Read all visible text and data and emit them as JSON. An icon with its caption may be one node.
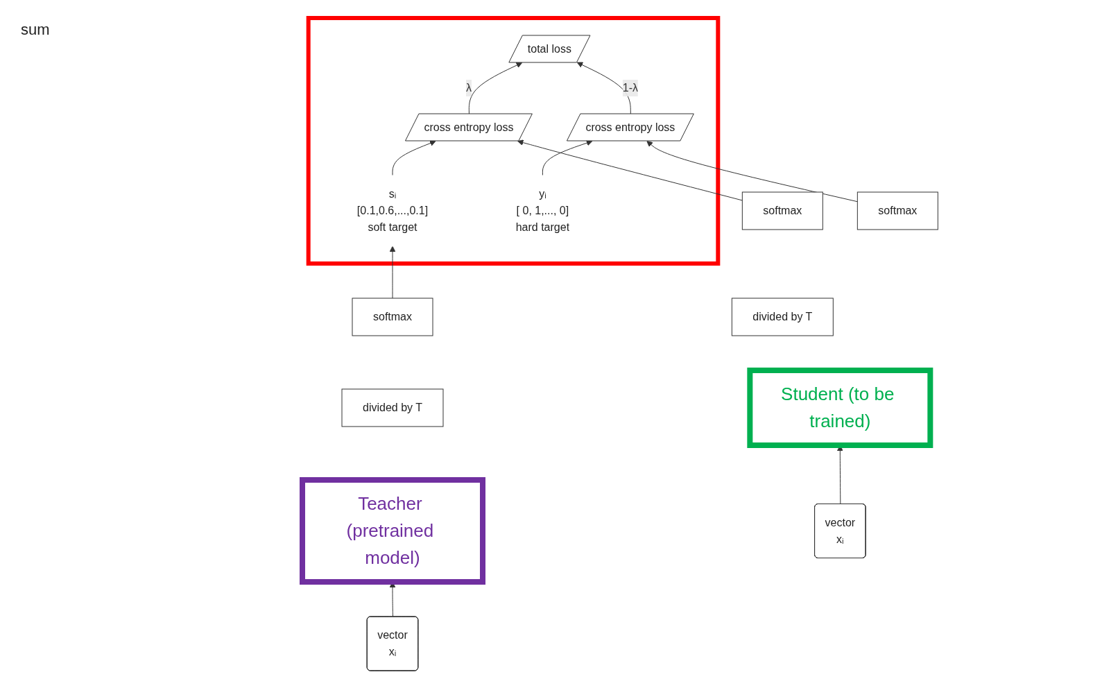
{
  "diagram": {
    "nodes": [
      {
        "text": [],
        "shape": "box"
      },
      {
        "text": [
          "total loss"
        ],
        "in": 0
      },
      {
        "text": [
          "cross entropy loss"
        ],
        "in": 0
      },
      {
        "text": [
          "cross entropy loss"
        ],
        "in": 0
      },
      {
        "text": [
          "sᵢ",
          "[0.1,0.6,...,0.1]",
          "soft target"
        ],
        "in": 0
      },
      {
        "text": [
          "yᵢ",
          "[ 0, 1,..., 0]",
          "hard target"
        ],
        "in": 0
      },
      {
        "text": [
          "softmax"
        ]
      },
      {
        "text": [
          "divided by T"
        ]
      },
      {
        "text": [
          "Teacher (pretrained model)"
        ]
      },
      {
        "text": [
          "vector",
          "xᵢ"
        ]
      },
      {
        "text": [
          "softmax"
        ]
      },
      {
        "text": [
          "divided by T"
        ]
      },
      {
        "text": [
          "softmax"
        ]
      },
      {
        "text": [
          "Student (to be trained)"
        ]
      },
      {
        "text": [
          "vector",
          "xᵢ"
        ]
      }
    ],
    "edges": [
      {
        "from": 9,
        "to": 8,
        "arrow": "to"
      },
      {
        "from": 6,
        "to": 4,
        "arrow": "to"
      },
      {
        "from": 4,
        "to": 2,
        "arrow": "to"
      },
      {
        "from": 5,
        "to": 3,
        "arrow": "to"
      },
      {
        "from": 2,
        "to": 1,
        "label": "λ",
        "arrow": "to"
      },
      {
        "from": 3,
        "to": 1,
        "label": "1-λ",
        "arrow": "to"
      },
      {
        "from": 10,
        "to": 2,
        "arrow": "to"
      },
      {
        "from": 12,
        "to": 3,
        "arrow": "to"
      },
      {
        "from": 14,
        "to": 13,
        "arrow": "to"
      }
    ],
    "labels": [
      "sum"
    ]
  }
}
